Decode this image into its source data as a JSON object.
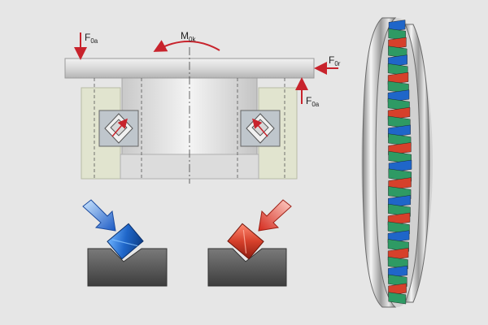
{
  "labels": {
    "f0a_top": {
      "main": "F",
      "sub": "0a"
    },
    "m0k": {
      "main": "M",
      "sub": "0k"
    },
    "f0r": {
      "main": "F",
      "sub": "0r"
    },
    "f0a_bottom": {
      "main": "F",
      "sub": "0a"
    }
  },
  "colors": {
    "background": "#e6e6e6",
    "housing": "#e1e4cf",
    "flange": "#d9d9d9",
    "load_arrow": "#c8232c",
    "roller_blue": "#1f66c9",
    "roller_red": "#d6402b",
    "spacer_green": "#2e9a64",
    "base_block": "#5a5a5a"
  },
  "icons": {
    "force_arrow": "arrow-icon",
    "moment_arrow": "curved-arrow-icon",
    "blue_load_arrow": "blue-arrow-icon",
    "red_load_arrow": "red-arrow-icon"
  }
}
